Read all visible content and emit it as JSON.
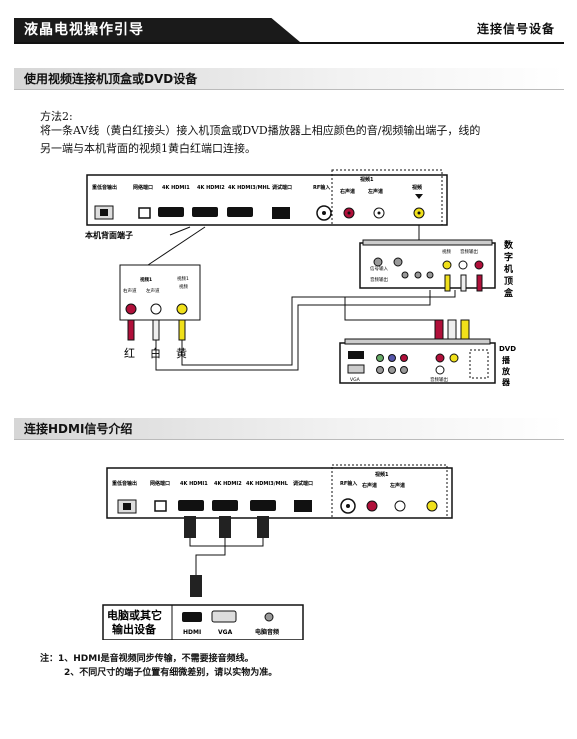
{
  "header": {
    "title": "液晶电视操作引导",
    "section": "连接信号设备"
  },
  "section1": {
    "title": "使用视频连接机顶盒或DVD设备",
    "method": "方法2:",
    "para_line1": "将一条AV线（黄白红接头）接入机顶盒或DVD播放器上相应颜色的音/视频输出端子，线的",
    "para_line2": "另一端与本机背面的视频1黄白红端口连接。",
    "diagram": {
      "ports": [
        "重低音输出",
        "网络端口",
        "4K HDMI1",
        "4K HDMI2",
        "4K HDMI3/MHL",
        "调试端口",
        "RF输入"
      ],
      "video1": "视频1",
      "right": "右声道",
      "left": "左声道",
      "video": "视频",
      "back_label": "本机背面端子",
      "colors": [
        "红",
        "白",
        "黄"
      ],
      "stb_label": [
        "数",
        "字",
        "机",
        "顶",
        "盒"
      ],
      "stb_in": "信号输入",
      "stb_audio_out": "音频输出",
      "stb_video": "视频",
      "stb_av_out": "音频输出",
      "dvd_label": [
        "DVD",
        "播",
        "放",
        "器"
      ],
      "dvd_vga": "VGA",
      "dvd_audio_out": "音频输出"
    }
  },
  "section2": {
    "title": "连接HDMI信号介绍",
    "diagram": {
      "ports": [
        "重低音输出",
        "网络端口",
        "4K HDMI1",
        "4K HDMI2",
        "4K HDMI3/MHL",
        "调试端口",
        "RF输入"
      ],
      "video1": "视频1",
      "right": "右声道",
      "left": "左声道",
      "device_line1": "电脑或其它",
      "device_line2": "输出设备",
      "hdmi": "HDMI",
      "vga": "VGA",
      "pc_audio": "电脑音频"
    }
  },
  "notes": {
    "line1": "注：1、HDMI是音视频同步传输，不需要接音频线。",
    "line2": "2、不同尺寸的端子位置有细微差别，请以实物为准。"
  },
  "colors": {
    "red": "#b0103a",
    "yellow": "#f0e01a",
    "white": "#ffffff",
    "dark": "#1a1a1a"
  }
}
